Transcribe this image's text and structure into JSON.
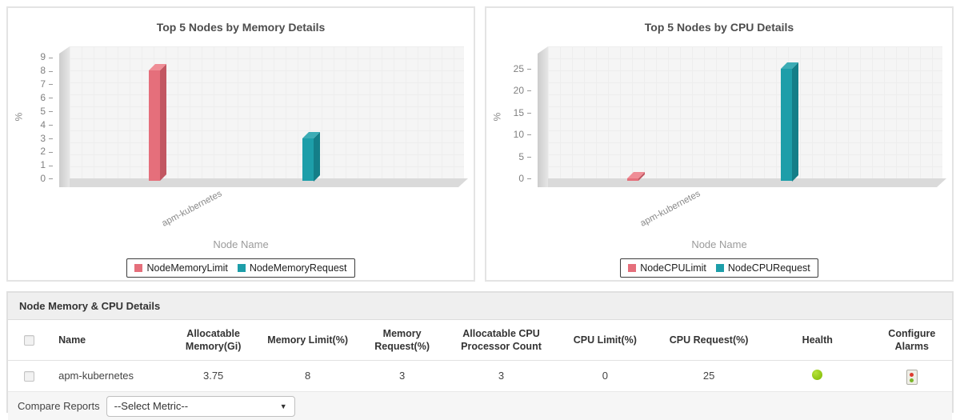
{
  "chart_data": [
    {
      "type": "bar",
      "title": "Top 5 Nodes by Memory Details",
      "xlabel": "Node Name",
      "ylabel": "%",
      "categories": [
        "apm-kubernetes"
      ],
      "series": [
        {
          "name": "NodeMemoryLimit",
          "values": [
            8
          ],
          "color": "#e56f7b",
          "side_color": "#c25762",
          "top_color": "#ef8d96"
        },
        {
          "name": "NodeMemoryRequest",
          "values": [
            3
          ],
          "color": "#1d9ea9",
          "side_color": "#147e88",
          "top_color": "#3cacb5"
        }
      ],
      "ylim": [
        0,
        9
      ],
      "ytick_step": 1,
      "ymax_render": 9.8,
      "grid": true,
      "legend_position": "bottom"
    },
    {
      "type": "bar",
      "title": "Top 5 Nodes by CPU Details",
      "xlabel": "Node Name",
      "ylabel": "%",
      "categories": [
        "apm-kubernetes"
      ],
      "series": [
        {
          "name": "NodeCPULimit",
          "values": [
            0
          ],
          "color": "#e56f7b",
          "side_color": "#c25762",
          "top_color": "#ef8d96"
        },
        {
          "name": "NodeCPURequest",
          "values": [
            25
          ],
          "color": "#1d9ea9",
          "side_color": "#147e88",
          "top_color": "#3cacb5"
        }
      ],
      "ylim": [
        0,
        25
      ],
      "ytick_step": 5,
      "ymax_render": 30,
      "grid": true,
      "legend_position": "bottom"
    }
  ],
  "table": {
    "title": "Node Memory & CPU Details",
    "columns": [
      "",
      "Name",
      "Allocatable Memory(Gi)",
      "Memory Limit(%)",
      "Memory Request(%)",
      "Allocatable CPU Processor Count",
      "CPU Limit(%)",
      "CPU Request(%)",
      "Health",
      "Configure Alarms"
    ],
    "rows": [
      {
        "name": "apm-kubernetes",
        "allocatable_memory_gi": "3.75",
        "memory_limit_pct": "8",
        "memory_request_pct": "3",
        "allocatable_cpu_count": "3",
        "cpu_limit_pct": "0",
        "cpu_request_pct": "25",
        "health_color": "#8dc411",
        "alarm_red": "#dd3b2f",
        "alarm_green": "#7ab629"
      }
    ],
    "footer": {
      "label": "Compare Reports",
      "select_value": "--Select Metric--"
    }
  }
}
